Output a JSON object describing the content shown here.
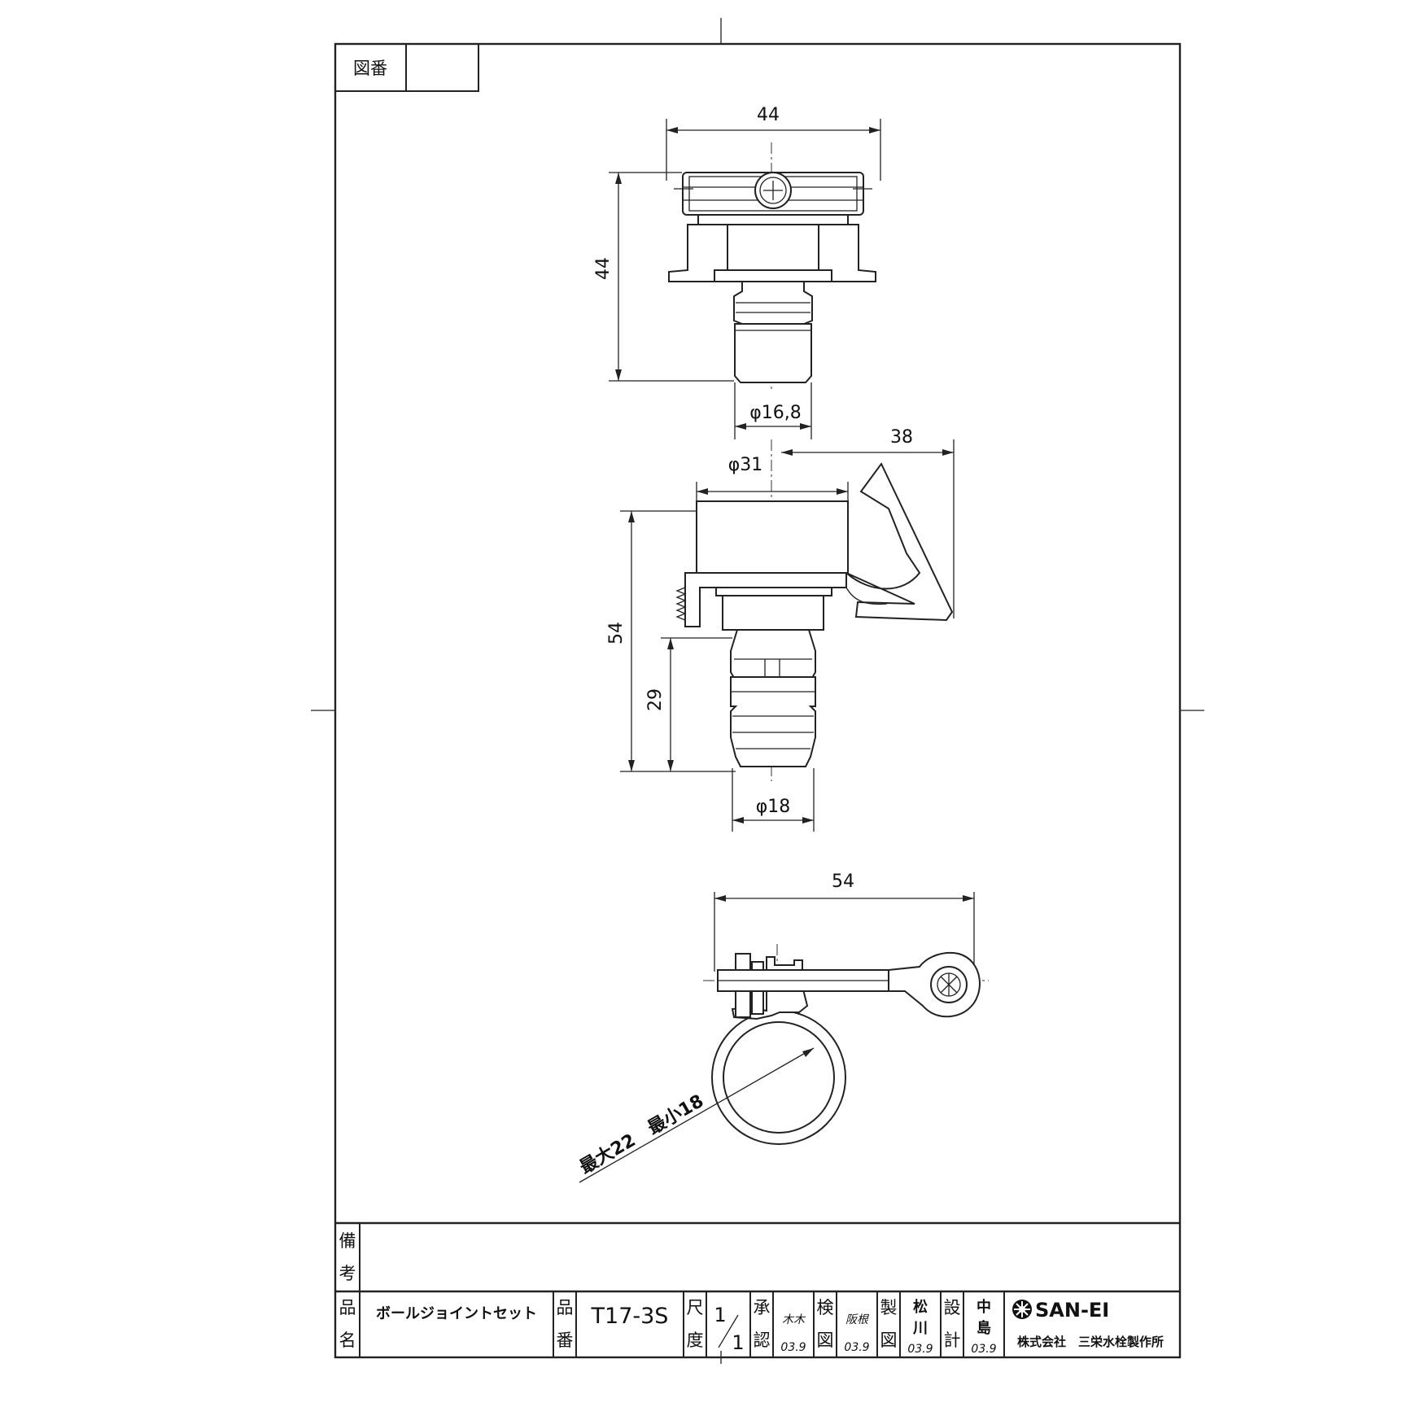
{
  "drawing_no": {
    "label": "図番",
    "value": ""
  },
  "dimensions": {
    "top_width": "44",
    "top_height": "44",
    "top_diameter": "φ16,8",
    "mid_diameter": "φ31",
    "mid_reach": "38",
    "mid_height": "54",
    "mid_tail": "29",
    "mid_hose": "φ18",
    "clamp_width": "54",
    "clamp_range": "最大22　最小18"
  },
  "title_block": {
    "remarks_label": [
      "備",
      "考"
    ],
    "name_label": [
      "品",
      "名"
    ],
    "product_name": "ボールジョイントセット",
    "number_label": [
      "品",
      "番"
    ],
    "part_number": "T17-3S",
    "scale_label": [
      "尺",
      "度"
    ],
    "scale_num": "1",
    "scale_den": "1",
    "approve_label": [
      "承",
      "認"
    ],
    "approve_sign": "木木",
    "approve_date": "03.9",
    "inspect_label": [
      "検",
      "図"
    ],
    "inspect_sign": "阪根",
    "inspect_date": "03.9",
    "drafting_label": [
      "製",
      "図"
    ],
    "drafter": [
      "松",
      "川"
    ],
    "drafter_date": "03.9",
    "design_label": [
      "設",
      "計"
    ],
    "designer": [
      "中",
      "島"
    ],
    "designer_date": "03.9",
    "logo": "SAN-EI",
    "company": "株式会社　三栄水栓製作所"
  }
}
